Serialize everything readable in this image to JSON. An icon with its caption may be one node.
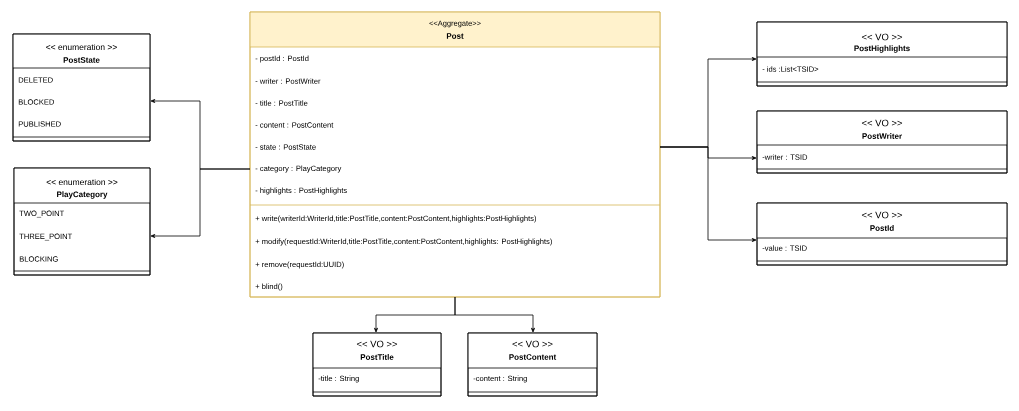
{
  "diagram": {
    "nodes": [
      {
        "text": [
          "<<Aggregate>>",
          "Post",
          "- postId : PostId",
          "- writer : PostWriter",
          "- title : PostTitle",
          "- content : PostContent",
          "- state : PostState",
          "- category : PlayCategory",
          "- highlights : PostHighlights",
          "+ write(writerId:WriterId,title:PostTitle,content:PostContent,highlights:PostHighlights)",
          "+ modify(requestId:WriterId,title:PostTitle,content:PostContent,highlights: PostHighlights)",
          "+ remove(requestId:UUID)",
          "+ blind()"
        ]
      },
      {
        "text": [
          "<< enumeration >>",
          "PostState",
          "DELETED",
          "BLOCKED",
          "PUBLISHED"
        ]
      },
      {
        "text": [
          "<< enumeration >>",
          "PlayCategory",
          "TWO_POINT",
          "THREE_POINT",
          "BLOCKING"
        ]
      },
      {
        "text": [
          "<< VO >>",
          "PostHighlights",
          "- ids :List<TSID>"
        ]
      },
      {
        "text": [
          "<< VO >>",
          "PostWriter",
          "-writer : TSID"
        ]
      },
      {
        "text": [
          "<< VO >>",
          "PostId",
          "-value : TSID"
        ]
      },
      {
        "text": [
          "<< VO >>",
          "PostTitle",
          "-title : String"
        ]
      },
      {
        "text": [
          "<< VO >>",
          "PostContent",
          "-content : String"
        ]
      }
    ],
    "edges": [
      {
        "from": 0,
        "to": 1,
        "arrow": "to"
      },
      {
        "from": 0,
        "to": 2,
        "arrow": "to"
      },
      {
        "from": 0,
        "to": 3,
        "arrow": "to"
      },
      {
        "from": 0,
        "to": 4,
        "arrow": "to"
      },
      {
        "from": 0,
        "to": 5,
        "arrow": "to"
      },
      {
        "from": 0,
        "to": 6,
        "arrow": "to"
      },
      {
        "from": 0,
        "to": 7,
        "arrow": "to"
      }
    ]
  }
}
